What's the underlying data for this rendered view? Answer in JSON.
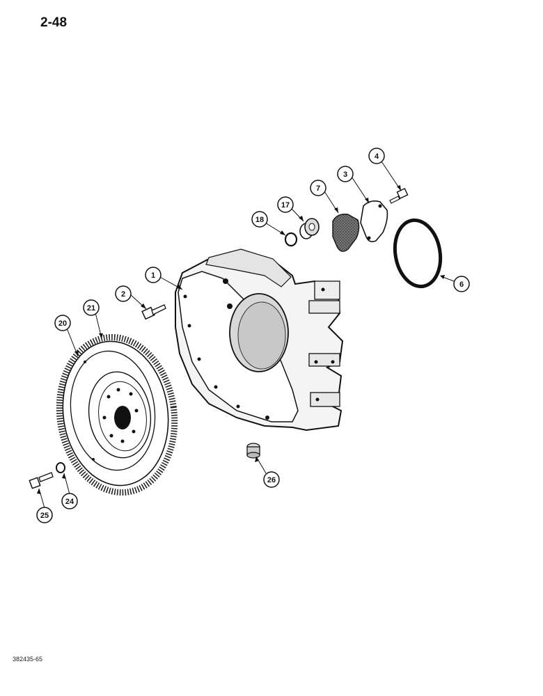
{
  "page_number": "2-48",
  "figure_code": "382435-65",
  "callouts": {
    "c1": "1",
    "c2": "2",
    "c3": "3",
    "c4": "4",
    "c6": "6",
    "c7": "7",
    "c17": "17",
    "c18": "18",
    "c20": "20",
    "c21": "21",
    "c24": "24",
    "c25": "25",
    "c26": "26"
  }
}
